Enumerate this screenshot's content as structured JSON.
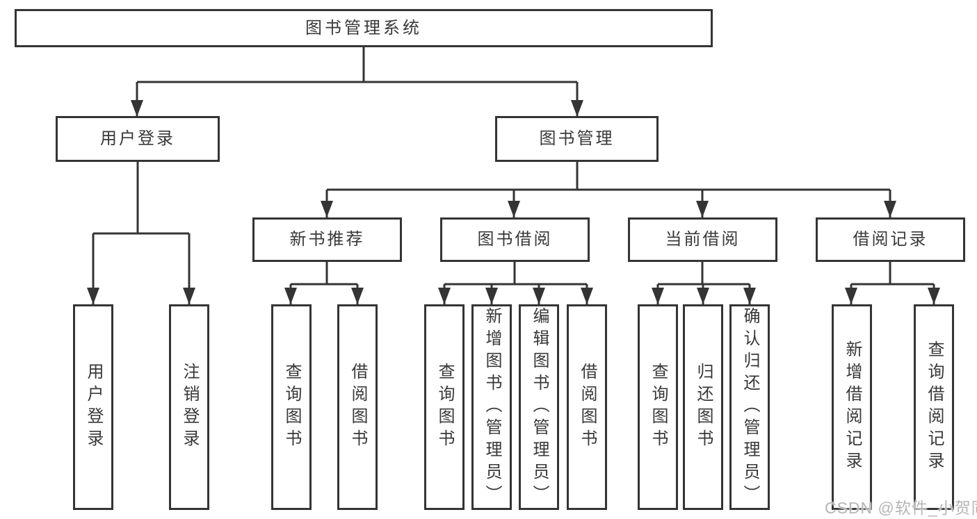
{
  "colors": {
    "line": "#343434",
    "text": "#383838",
    "box_background": "#ffffff",
    "page_background": "#ffffff",
    "watermark": "#b6b6b6"
  },
  "watermark": {
    "text": "CSDN @软件_小贺同学"
  },
  "tree": {
    "root": {
      "label": "图书管理系统",
      "children": [
        {
          "label": "用户登录",
          "children": [
            {
              "label": "用户登录"
            },
            {
              "label": "注销登录"
            }
          ]
        },
        {
          "label": "图书管理",
          "children": [
            {
              "label": "新书推荐",
              "children": [
                {
                  "label": "查询图书"
                },
                {
                  "label": "借阅图书"
                }
              ]
            },
            {
              "label": "图书借阅",
              "children": [
                {
                  "label": "查询图书"
                },
                {
                  "label": "新增图书（管理员）"
                },
                {
                  "label": "编辑图书（管理员）"
                },
                {
                  "label": "借阅图书"
                }
              ]
            },
            {
              "label": "当前借阅",
              "children": [
                {
                  "label": "查询图书"
                },
                {
                  "label": "归还图书"
                },
                {
                  "label": "确认归还（管理员）"
                }
              ]
            },
            {
              "label": "借阅记录",
              "children": [
                {
                  "label": "新增借阅记录"
                },
                {
                  "label": "查询借阅记录"
                }
              ]
            }
          ]
        }
      ]
    }
  }
}
